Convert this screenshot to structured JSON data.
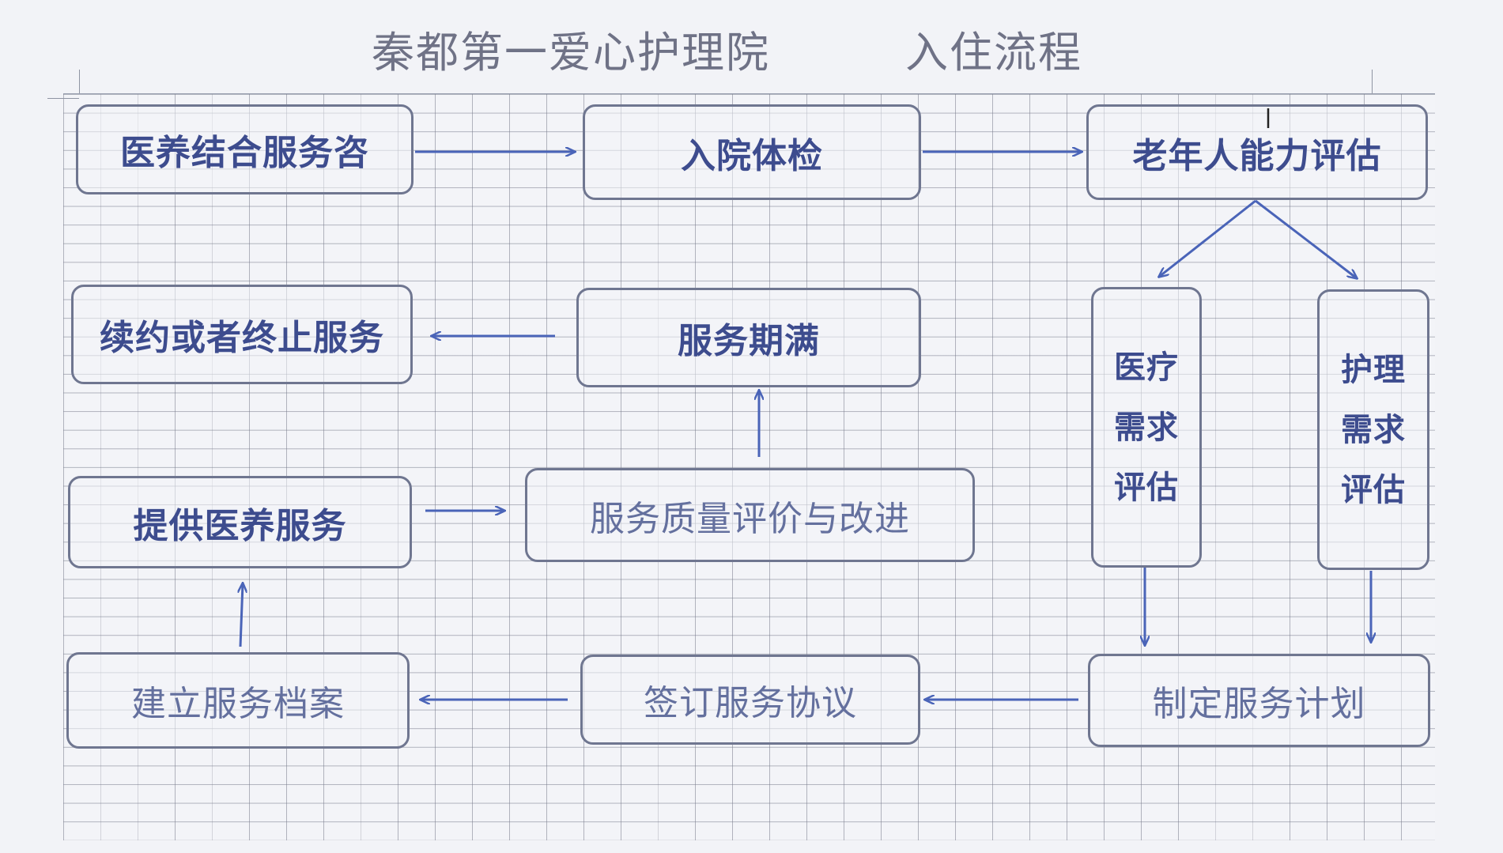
{
  "title": {
    "main": "秦都第一爱心护理院",
    "sub": "入住流程"
  },
  "nodes": {
    "consult": "医养结合服务咨",
    "checkup": "入院体检",
    "assessment": "老年人能力评估",
    "medical_line1": "医疗",
    "medical_line2": "需求",
    "medical_line3": "评估",
    "nursing_line1": "护理",
    "nursing_line2": "需求",
    "nursing_line3": "评估",
    "plan": "制定服务计划",
    "agreement": "签订服务协议",
    "archive": "建立服务档案",
    "provide": "提供医养服务",
    "quality": "服务质量评价与改进",
    "expire": "服务期满",
    "renew": "续约或者终止服务"
  },
  "colors": {
    "box_border": "#6f7690",
    "text": "#3d4c8e",
    "arrow": "#4a64b8"
  }
}
